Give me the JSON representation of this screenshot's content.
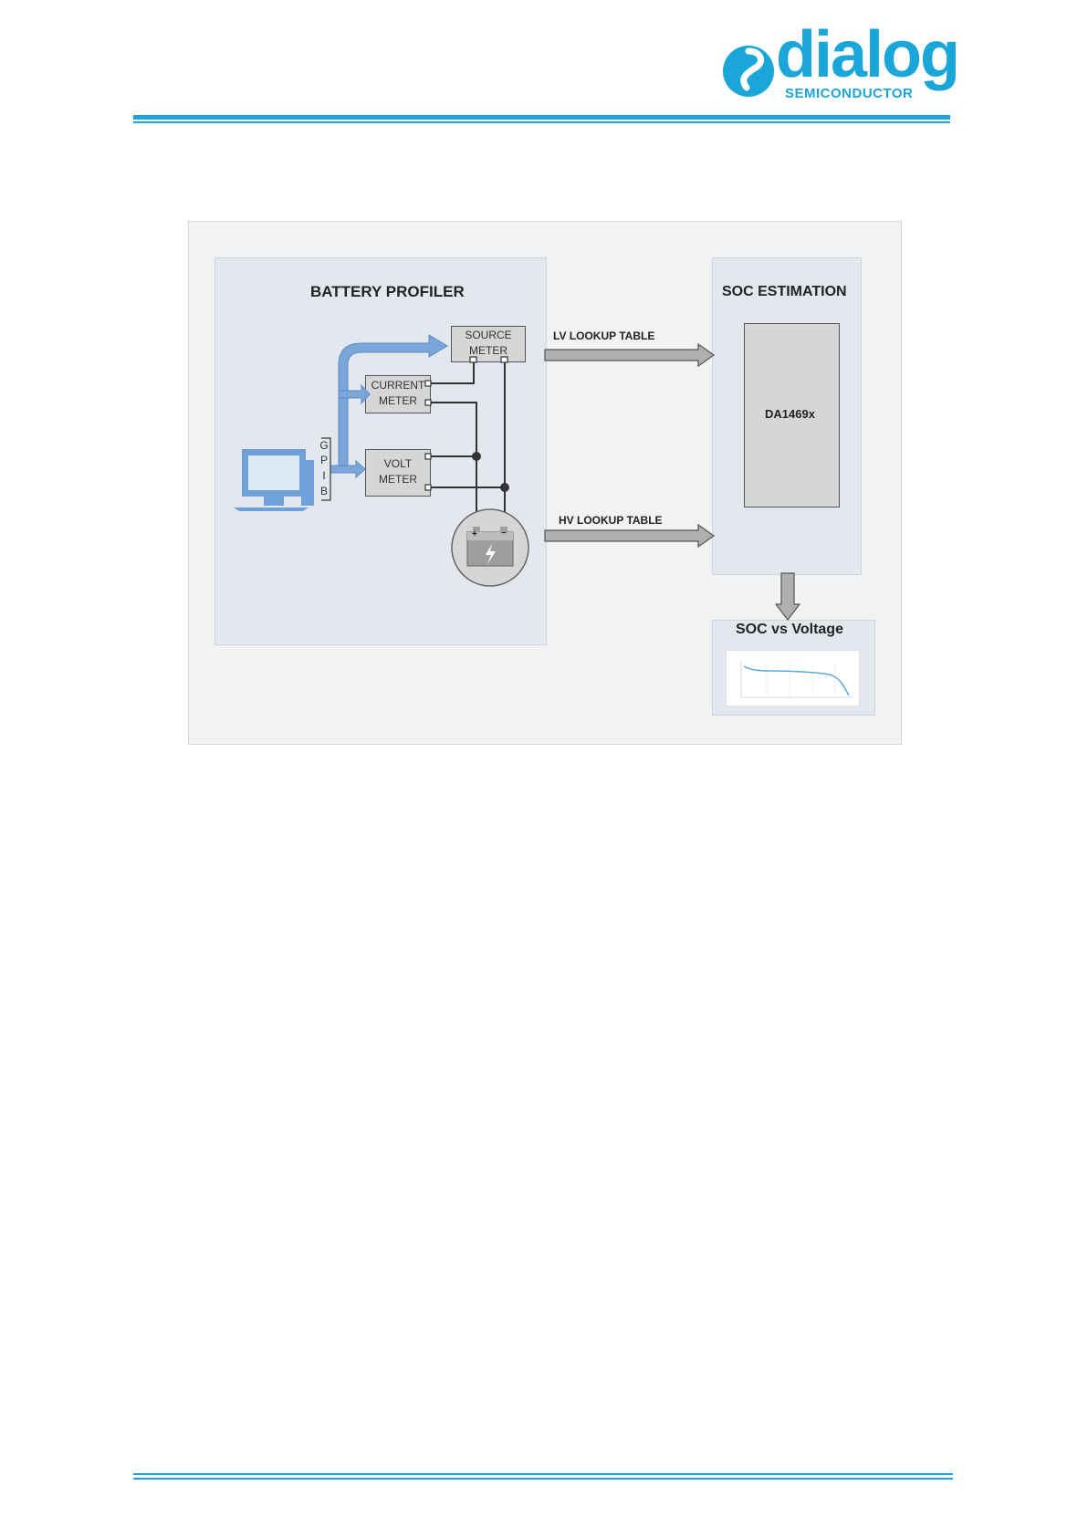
{
  "logo": {
    "word": "dialog",
    "sub": "SEMICONDUCTOR"
  },
  "diagram": {
    "profiler_title": "BATTERY PROFILER",
    "soc_title": "SOC ESTIMATION",
    "chip_label": "DA1469x",
    "source_meter": [
      "SOURCE",
      "METER"
    ],
    "current_meter": [
      "CURRENT",
      "METER"
    ],
    "volt_meter": [
      "VOLT",
      "METER"
    ],
    "gpib": [
      "G",
      "P",
      "I",
      "B"
    ],
    "battery_terminals": [
      "+",
      "−"
    ],
    "lv_table": "LV LOOKUP TABLE",
    "hv_table": "HV LOOKUP TABLE",
    "curve_title": "SOC vs Voltage"
  },
  "colors": {
    "brand": "#1aa6d9",
    "bus": "#7ba6d9",
    "panel": "#e3e8ef",
    "box": "#d6d6d6"
  }
}
